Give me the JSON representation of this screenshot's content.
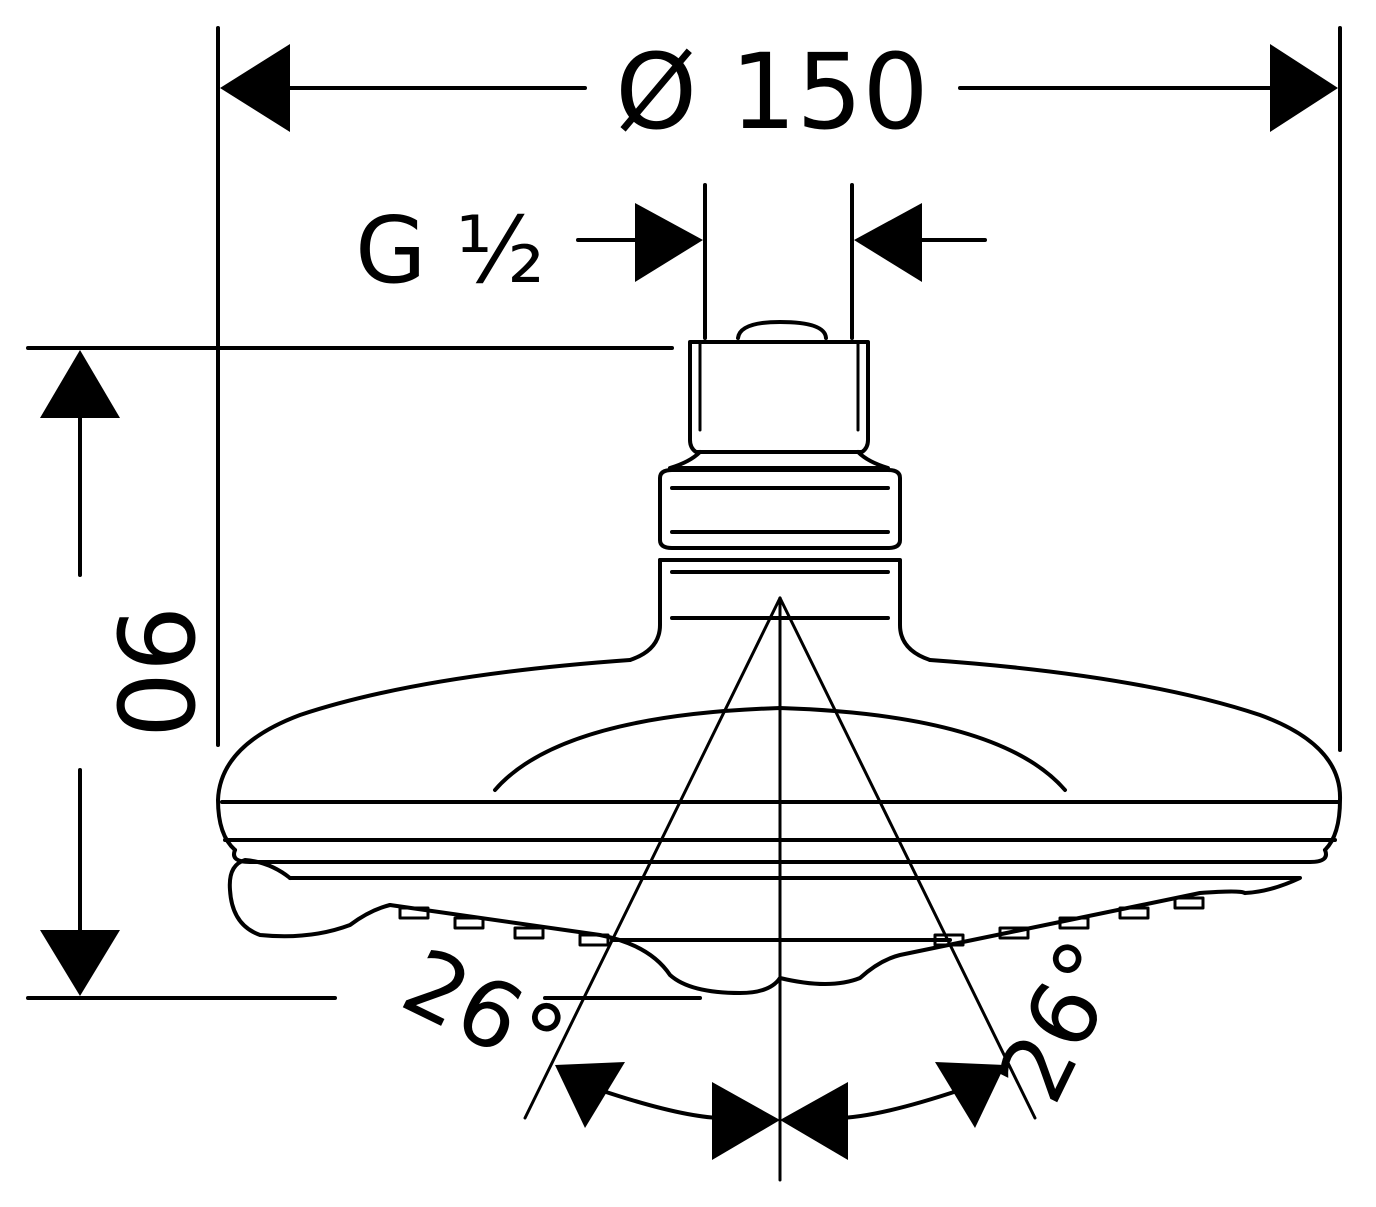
{
  "dimensions": {
    "diameter": "Ø 150",
    "thread": "G ½",
    "height": "90",
    "angle_left": "26°",
    "angle_right": "26°"
  },
  "colors": {
    "line": "#000000",
    "background": "#ffffff"
  }
}
